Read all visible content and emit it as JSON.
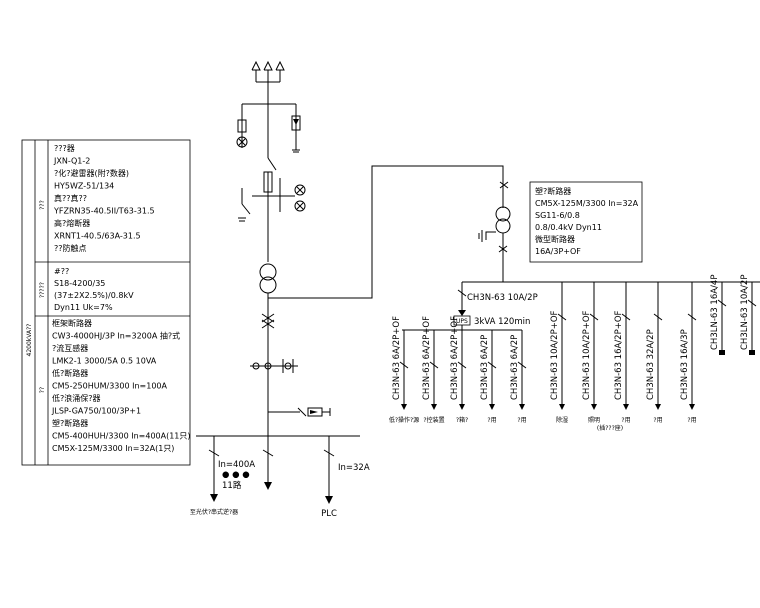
{
  "table": {
    "vertical_title": "4200kVA??",
    "group_labels": [
      "???",
      "?????",
      "??"
    ],
    "hv_lines": [
      "???器",
      "JXN-Q1-2",
      "?化?避雷器(附?数器)",
      "HY5WZ-51/134",
      "真??真??",
      "YFZRN35-40.5II/T63-31.5",
      "高?熔断器",
      "XRNT1-40.5/63A-31.5",
      "??防触点"
    ],
    "tr_lines": [
      "#??",
      "S18-4200/35",
      "(37±2X2.5%)/0.8kV",
      "Dyn11   Uk=7%"
    ],
    "lv_lines": [
      "框架断路器",
      "CW3-4000HJ/3P In=3200A 抽?式",
      "?流互感器",
      "LMK2-1 3000/5A  0.5 10VA",
      "低?断路器",
      "CM5-250HUM/3300 In=100A",
      "低?浪涌保?器",
      "JLSP-GA750/100/3P+1",
      "塑?断路器",
      "CM5-400HUH/3300 In=400A(11只)",
      "CM5X-125M/3300 In=32A(1只)"
    ]
  },
  "aux_box": [
    "塑?断路器",
    "CM5X-125M/3300 In=32A",
    "SG11-6/0.8",
    "0.8/0.4kV  Dyn11",
    "微型断路器",
    "16A/3P+OF"
  ],
  "main_feeders": {
    "left_rating": "In=400A",
    "left_count": "11路",
    "left_dest": "至光伏?串式逆?器",
    "right_rating": "In=32A",
    "right_dest": "PLC"
  },
  "aux_breaker": "CH3N-63 10A/2P",
  "ups_label": "UPS",
  "ups_rating": "3kVA 120min",
  "ups_branches": [
    {
      "label": "CH3N-63 6A/2P+OF",
      "dest": "低?操作?源"
    },
    {
      "label": "CH3N-63 6A/2P+OF",
      "dest": "?控装置"
    },
    {
      "label": "CH3N-63 6A/2P+OF",
      "dest": "?箱?"
    },
    {
      "label": "CH3N-63 6A/2P",
      "dest": "?用"
    },
    {
      "label": "CH3N-63 6A/2P",
      "dest": "?用"
    }
  ],
  "aux_branches": [
    {
      "label": "CH3N-63 10A/2P+OF",
      "dest": "除湿"
    },
    {
      "label": "CH3N-63 10A/2P+OF",
      "dest": "照明"
    },
    {
      "label": "CH3N-63 16A/2P+OF",
      "dest": "?用"
    },
    {
      "label": "CH3N-63 32A/2P",
      "dest": "?用"
    },
    {
      "label": "CH3N-63 16A/3P",
      "dest": "?用"
    }
  ],
  "aux_note": "(插???座)",
  "right_branches": [
    {
      "label": "CH3LN-63 16A/4P"
    },
    {
      "label": "CH3LN-63 10A/2P"
    }
  ]
}
